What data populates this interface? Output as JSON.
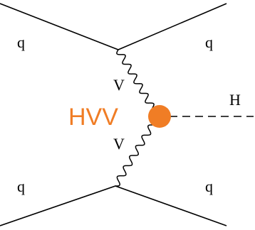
{
  "labels": {
    "quark_top_left": "q",
    "quark_top_right": "q",
    "quark_bottom_left": "q",
    "quark_bottom_right": "q",
    "boson_top": "V",
    "boson_bottom": "V",
    "higgs": "H",
    "vertex": "HVV"
  },
  "colors": {
    "vertex": "#f07d25",
    "lines": "#000000",
    "label_vertex": "#f07d25"
  }
}
